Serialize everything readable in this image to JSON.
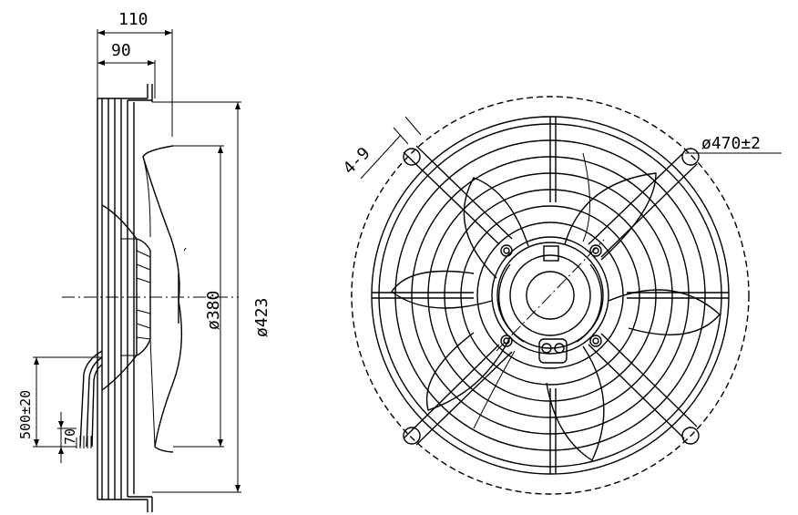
{
  "dimensions": {
    "width_total": "110",
    "width_body": "90",
    "guard_diameter": "ø423",
    "blade_diameter": "ø380",
    "mount_circle": "ø470±2",
    "mount_holes": "4-9",
    "cable_length": "500±20",
    "cable_strip": "70"
  }
}
